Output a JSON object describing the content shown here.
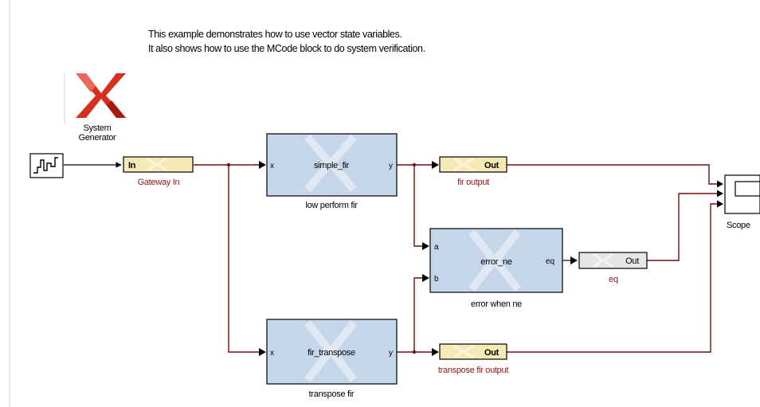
{
  "description": {
    "line1": "This example demonstrates how to use vector state variables.",
    "line2": "It also shows how to use the MCode block to do system verification."
  },
  "logo": {
    "caption_line1": "System",
    "caption_line2": "Generator"
  },
  "blocks": {
    "gateway_in": {
      "port_label": "In",
      "caption": "Gateway In"
    },
    "simple_fir": {
      "name": "simple_fir",
      "caption": "low perform fir",
      "in_port": "x",
      "out_port": "y"
    },
    "fir_transpose": {
      "name": "fir_transpose",
      "caption": "transpose fir",
      "in_port": "x",
      "out_port": "y"
    },
    "error_ne": {
      "name": "error_ne",
      "caption": "error when ne",
      "in_port_a": "a",
      "in_port_b": "b",
      "out_port": "eq"
    },
    "fir_output": {
      "port_label": "Out",
      "caption": "fir output"
    },
    "eq_out": {
      "port_label": "Out",
      "caption": "eq"
    },
    "transpose_fir_output": {
      "port_label": "Out",
      "caption": "transpose fir output"
    },
    "scope": {
      "caption": "Scope"
    }
  },
  "colors": {
    "wire": "#6b0f0f",
    "subsystem_fill": "#c5d6eb",
    "gateway_fill": "#f5e9b5",
    "gateway_caption": "#8b1a1a",
    "logo_red": "#d62e1f"
  }
}
